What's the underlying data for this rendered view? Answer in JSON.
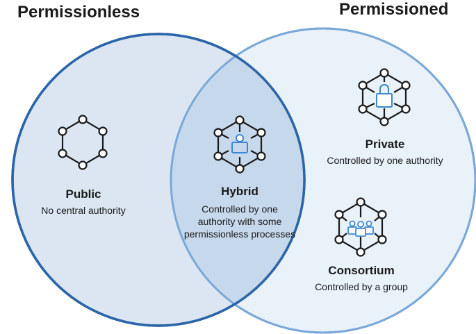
{
  "titles": {
    "left": "Permissionless",
    "right": "Permissioned"
  },
  "regions": {
    "public": {
      "name": "Public",
      "desc": "No central authority"
    },
    "hybrid": {
      "name": "Hybrid",
      "desc": "Controlled by one authority with some permissionless processes"
    },
    "private": {
      "name": "Private",
      "desc": "Controlled by one authority"
    },
    "consortium": {
      "name": "Consortium",
      "desc": "Controlled by a group"
    }
  },
  "colors": {
    "left_circle_fill": "#dbe6f2",
    "left_circle_stroke": "#2c65a8",
    "right_circle_fill": "#e9f1f9",
    "right_circle_stroke": "#7aa8d8",
    "overlap_fill": "#c6d8ec",
    "icon_accent": "#3b87d0",
    "icon_stroke": "#1a1a1a"
  },
  "icons": {
    "public": "hexagon-network-icon",
    "hybrid": "network-user-icon",
    "private": "network-lock-icon",
    "consortium": "network-group-icon"
  }
}
